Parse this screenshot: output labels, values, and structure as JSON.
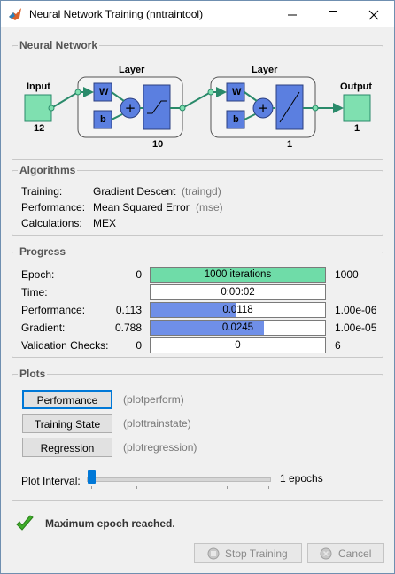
{
  "window": {
    "title": "Neural Network Training (nntraintool)"
  },
  "network": {
    "section_title": "Neural Network",
    "input_label": "Input",
    "input_size": "12",
    "output_label": "Output",
    "output_size": "1",
    "layers": [
      {
        "title": "Layer",
        "size": "10",
        "w_label": "W",
        "b_label": "b"
      },
      {
        "title": "Layer",
        "size": "1",
        "w_label": "W",
        "b_label": "b"
      }
    ]
  },
  "algorithms": {
    "section_title": "Algorithms",
    "rows": [
      {
        "label": "Training:",
        "value": "Gradient Descent",
        "fn": "(traingd)"
      },
      {
        "label": "Performance:",
        "value": "Mean Squared Error",
        "fn": "(mse)"
      },
      {
        "label": "Calculations:",
        "value": "MEX",
        "fn": ""
      }
    ]
  },
  "progress": {
    "section_title": "Progress",
    "rows": [
      {
        "label": "Epoch:",
        "start": "0",
        "current": "1000 iterations",
        "end": "1000",
        "fraction": 1.0,
        "color": "#6fdca8"
      },
      {
        "label": "Time:",
        "start": "",
        "current": "0:00:02",
        "end": "",
        "fraction": 0,
        "color": "#ffffff"
      },
      {
        "label": "Performance:",
        "start": "0.113",
        "current": "0.0118",
        "end": "1.00e-06",
        "fraction": 0.49,
        "color": "#6f8fe8"
      },
      {
        "label": "Gradient:",
        "start": "0.788",
        "current": "0.0245",
        "end": "1.00e-05",
        "fraction": 0.65,
        "color": "#6f8fe8"
      },
      {
        "label": "Validation Checks:",
        "start": "0",
        "current": "0",
        "end": "6",
        "fraction": 0,
        "color": "#ffffff"
      }
    ]
  },
  "plots": {
    "section_title": "Plots",
    "buttons": [
      {
        "label": "Performance",
        "fn": "(plotperform)"
      },
      {
        "label": "Training State",
        "fn": "(plottrainstate)"
      },
      {
        "label": "Regression",
        "fn": "(plotregression)"
      }
    ],
    "interval_label": "Plot Interval:",
    "interval_value": "1 epochs",
    "interval_level": 0
  },
  "status": {
    "message": "Maximum epoch reached."
  },
  "footer": {
    "stop_label": "Stop Training",
    "cancel_label": "Cancel"
  },
  "colors": {
    "block_green": "#7fe0b0",
    "block_blue": "#5b7fe0",
    "accent": "#0078d7"
  }
}
